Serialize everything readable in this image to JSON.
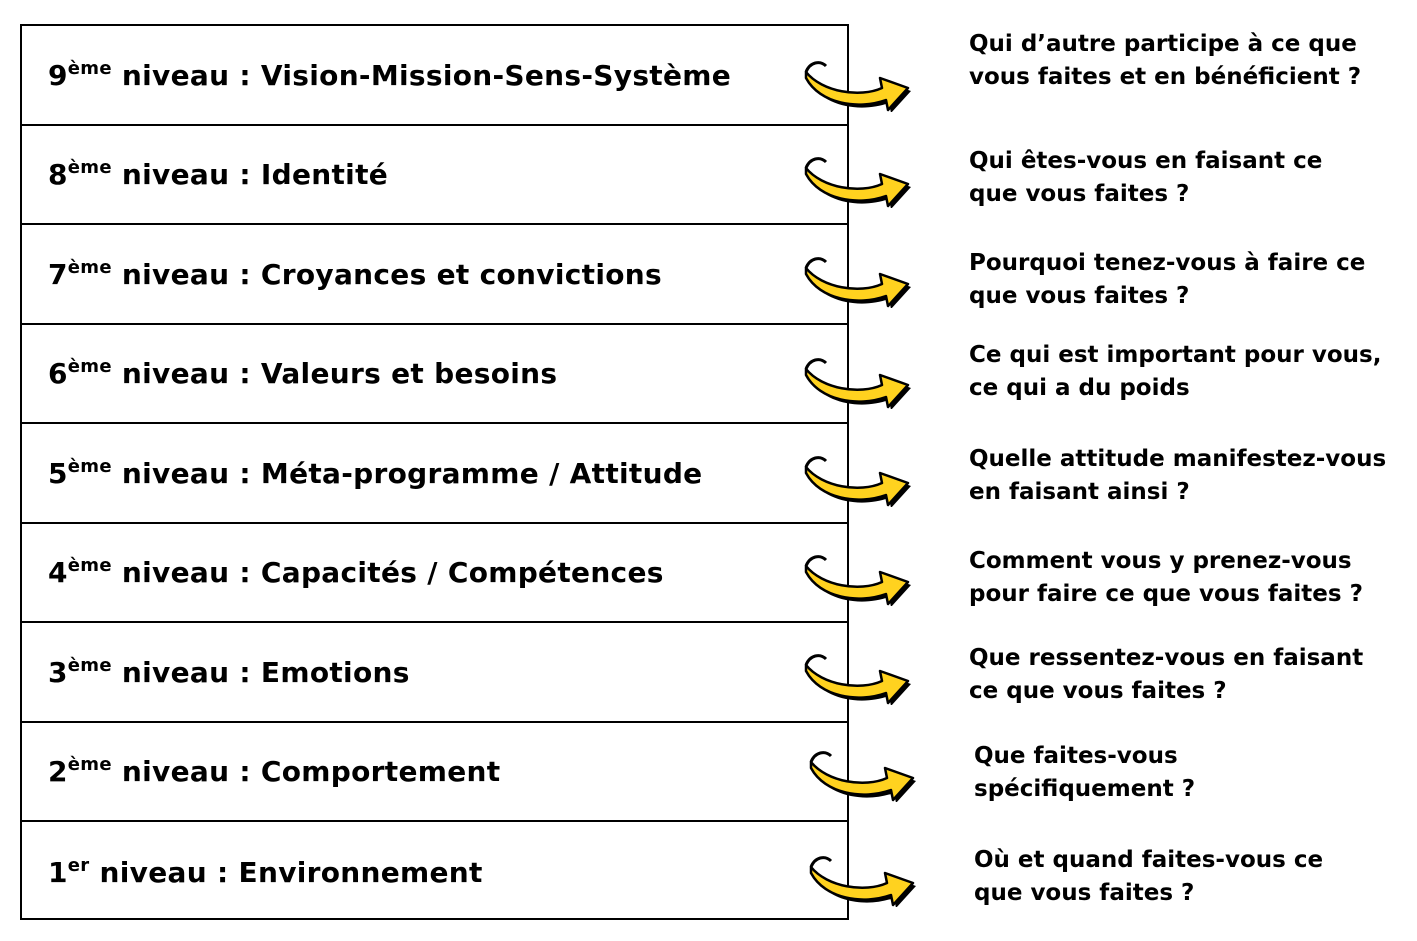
{
  "accent_color": "#FFD21F",
  "levels": [
    {
      "num": "9",
      "sup": "ème",
      "rest": " niveau : Vision-Mission-Sens-Système",
      "q1": "Qui d’autre participe à ce que",
      "q2": "vous faites et en bénéficient ?"
    },
    {
      "num": "8",
      "sup": "ème",
      "rest": " niveau : Identité",
      "q1": "Qui êtes-vous en faisant ce",
      "q2": "que vous faites ?"
    },
    {
      "num": "7",
      "sup": "ème",
      "rest": " niveau : Croyances et convictions",
      "q1": "Pourquoi tenez-vous à faire ce",
      "q2": "que vous faites ?"
    },
    {
      "num": "6",
      "sup": "ème",
      "rest": " niveau : Valeurs et besoins",
      "q1": "Ce qui est important pour vous,",
      "q2": "ce qui a du poids"
    },
    {
      "num": "5",
      "sup": "ème",
      "rest": " niveau : Méta-programme / Attitude",
      "q1": "Quelle attitude manifestez-vous",
      "q2": "en faisant ainsi ?"
    },
    {
      "num": "4",
      "sup": "ème",
      "rest": " niveau : Capacités / Compétences",
      "q1": "Comment vous y prenez-vous",
      "q2": "pour faire ce que vous faites ?"
    },
    {
      "num": "3",
      "sup": "ème",
      "rest": " niveau : Emotions",
      "q1": "Que ressentez-vous en faisant",
      "q2": "ce que vous faites ?"
    },
    {
      "num": "2",
      "sup": "ème",
      "rest": " niveau : Comportement",
      "q1": "Que faites-vous",
      "q2": "spécifiquement ?"
    },
    {
      "num": "1",
      "sup": "er",
      "rest": " niveau : Environnement",
      "q1": "Où et quand faites-vous ce",
      "q2": "que vous faites ?"
    }
  ]
}
